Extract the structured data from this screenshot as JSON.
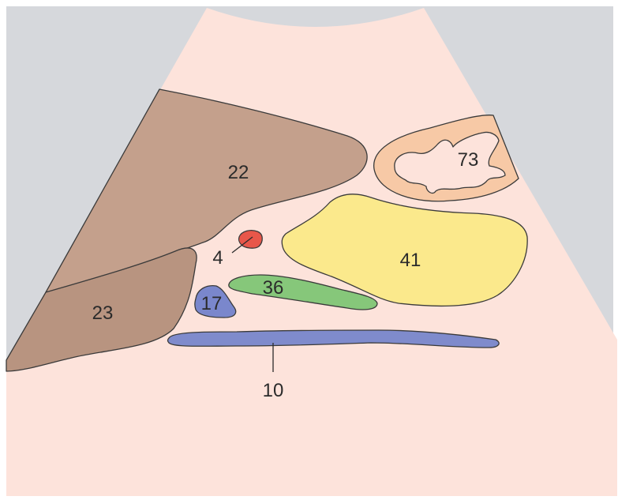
{
  "colors": {
    "frame_bg": "#d6d8dc",
    "sector": "#fde3db",
    "outline": "#3a3a3a",
    "liver_upper": "#c4a08c",
    "liver_lower": "#b89480",
    "stomach_outer": "#f7c9a6",
    "stomach_inner": "#fde3db",
    "pancreas": "#fbe98c",
    "vessel_red": "#e8574a",
    "vessel_green": "#86c77a",
    "vessel_blue": "#7a87cc",
    "aorta_blue": "#7f8bcc"
  },
  "labels": {
    "structure_22": "22",
    "structure_23": "23",
    "structure_73": "73",
    "structure_41": "41",
    "structure_4": "4",
    "structure_36": "36",
    "structure_17": "17",
    "structure_10": "10"
  }
}
